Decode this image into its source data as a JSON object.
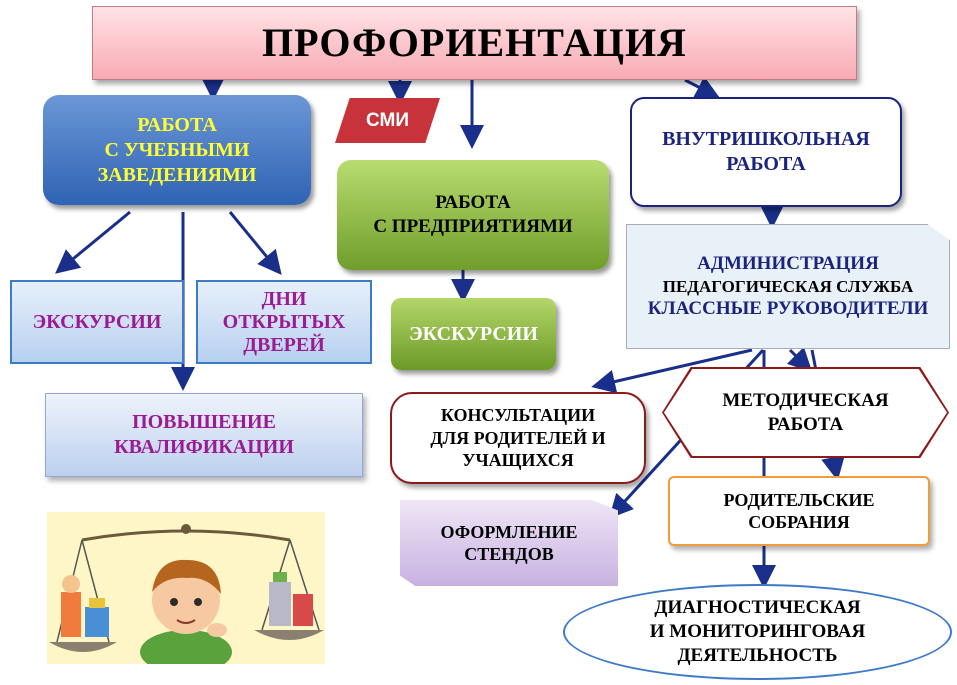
{
  "diagram": {
    "title": "ПРОФОРИЕНТАЦИЯ",
    "smi": "СМИ",
    "schools": "РАБОТА\nС УЧЕБНЫМИ\nЗАВЕДЕНИЯМИ",
    "enterprises": "РАБОТА\nС ПРЕДПРИЯТИЯМИ",
    "excursions_enterprise": "ЭКСКУРСИИ",
    "in_school": "ВНУТРИШКОЛЬНАЯ\nРАБОТА",
    "admin": {
      "line1": "АДМИНИСТРАЦИЯ",
      "line2": "ПЕДАГОГИЧЕСКАЯ СЛУЖБА",
      "line3": "КЛАССНЫЕ РУКОВОДИТЕЛИ"
    },
    "excursions_school": "ЭКСКУРСИИ",
    "open_days": "ДНИ\nОТКРЫТЫХ\nДВЕРЕЙ",
    "qualification": "ПОВЫШЕНИЕ\nКВАЛИФИКАЦИИ",
    "consultations": "КОНСУЛЬТАЦИИ\nДЛЯ РОДИТЕЛЕЙ И\nУЧАЩИХСЯ",
    "methodical": "МЕТОДИЧЕСКАЯ\nРАБОТА",
    "stands": "ОФОРМЛЕНИЕ\nСТЕНДОВ",
    "parent_meetings": "РОДИТЕЛЬСКИЕ\nСОБРАНИЯ",
    "diagnostics": "ДИАГНОСТИЧЕСКАЯ\nИ МОНИТОРИНГОВАЯ\nДЕЯТЕЛЬНОСТЬ"
  },
  "colors": {
    "arrow": "#1a2f8a",
    "title_bg": "#f8aab3",
    "schools_bg": "#2f63b4",
    "enterprises_bg": "#6f9e2a",
    "smi_bg": "#c8333b",
    "purple_text": "#9a1b94",
    "navy_text": "#1a237e"
  }
}
